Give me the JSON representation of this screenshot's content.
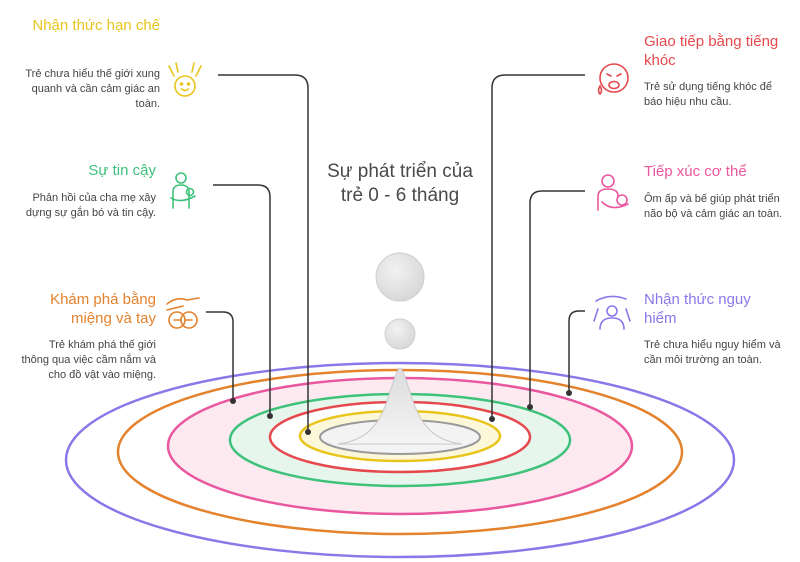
{
  "title": "Sự phát triển của trẻ 0 - 6 tháng",
  "colors": {
    "yellow": "#e7c51d",
    "green": "#3ec27a",
    "orange": "#e4822d",
    "red": "#e5484d",
    "pink": "#e9579f",
    "purple": "#8a78e8"
  },
  "left_items": [
    {
      "label": "Nhận thức hạn chế",
      "description": "Trẻ chưa hiểu thế giới xung quanh và cần cảm giác an toàn.",
      "icon": "baby-face-icon"
    },
    {
      "label": "Sự tin cậy",
      "description": "Phản hồi của cha mẹ xây dựng sự gắn bó và tin cậy.",
      "icon": "parent-holding-baby-icon"
    },
    {
      "label": "Khám phá bằng miệng và tay",
      "description": "Trẻ khám phá thế giới thông qua việc cầm nắm và cho đồ vật vào miệng.",
      "icon": "hand-with-coins-icon"
    }
  ],
  "right_items": [
    {
      "label": "Giao tiếp bằng tiếng khóc",
      "description": "Trẻ sử dụng tiếng khóc để báo hiệu nhu cầu.",
      "icon": "crying-face-icon"
    },
    {
      "label": "Tiếp xúc cơ thể",
      "description": "Ôm ấp và bế giúp phát triển não bộ và cảm giác an toàn.",
      "icon": "hug-icon"
    },
    {
      "label": "Nhận thức nguy hiểm",
      "description": "Trẻ chưa hiểu nguy hiểm và cần môi trường an toàn.",
      "icon": "protected-person-icon"
    }
  ]
}
